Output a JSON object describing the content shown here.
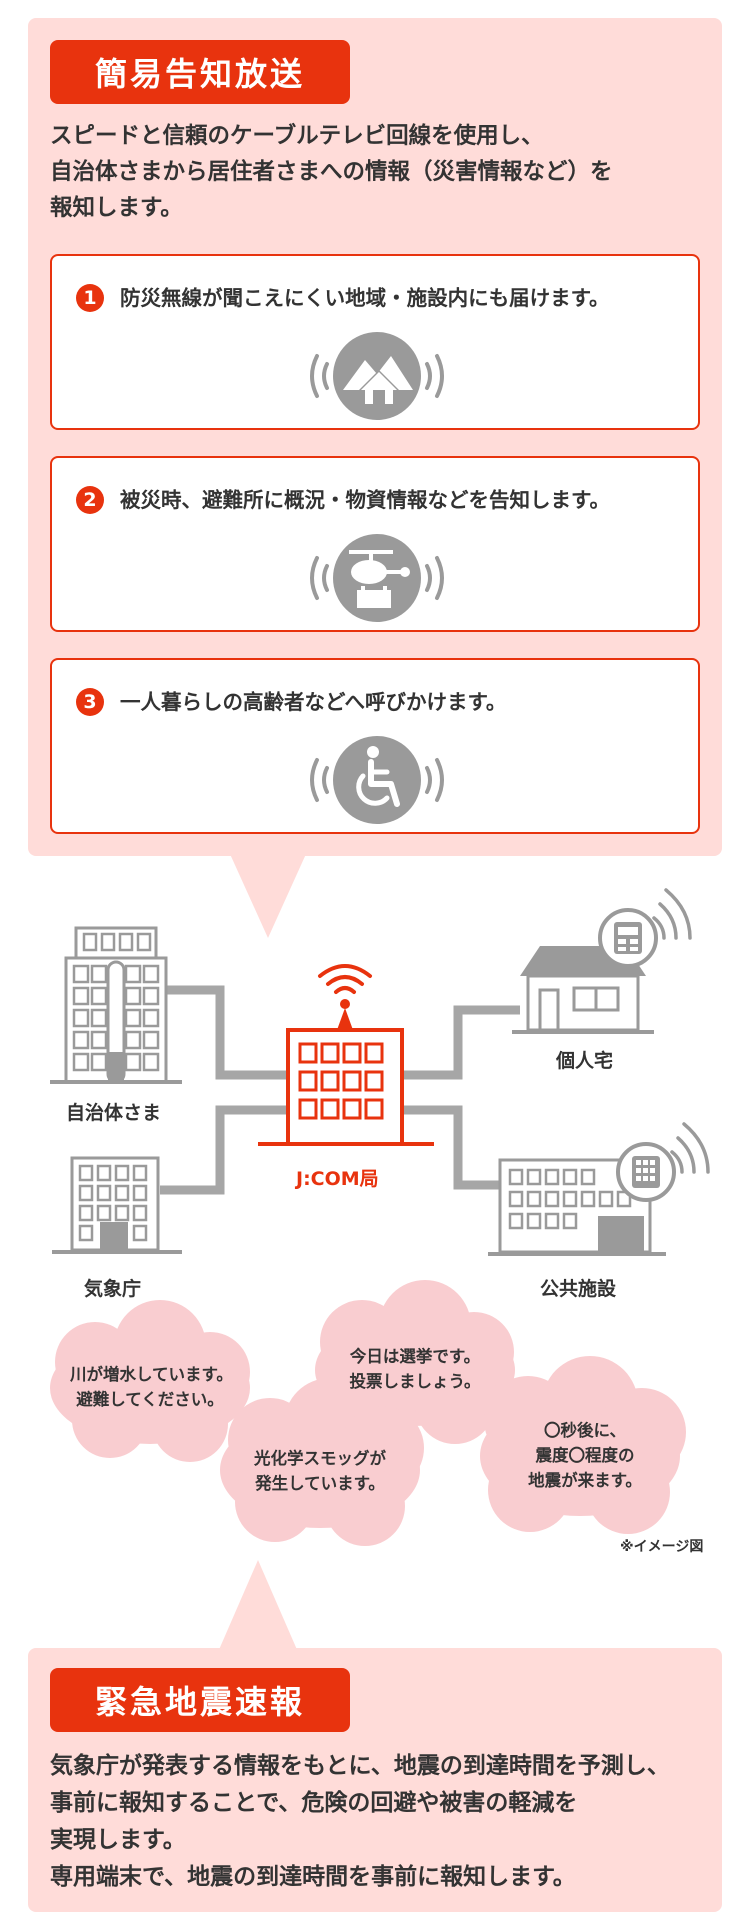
{
  "broadcast": {
    "title": "簡易告知放送",
    "intro_lines": [
      "スピードと信頼のケーブルテレビ回線を使用し、",
      "自治体さまから居住者さまへの情報（災害情報など）を",
      "報知します。"
    ],
    "items": [
      {
        "num": "1",
        "text": "防災無線が聞こえにくい地域・施設内にも届けます。",
        "icon": "mountain-house-icon"
      },
      {
        "num": "2",
        "text": "被災時、避難所に概況・物資情報などを告知します。",
        "icon": "helicopter-icon"
      },
      {
        "num": "3",
        "text": "一人暮らしの高齢者などへ呼びかけます。",
        "icon": "wheelchair-icon"
      }
    ]
  },
  "network": {
    "left_top_label": "自治体さま",
    "left_bottom_label": "気象庁",
    "center_label": "J:COM局",
    "right_top_label": "個人宅",
    "right_bottom_label": "公共施設"
  },
  "messages": [
    {
      "lines": [
        "川が増水しています。",
        "避難してください。"
      ]
    },
    {
      "lines": [
        "今日は選挙です。",
        "投票しましょう。"
      ]
    },
    {
      "lines": [
        "光化学スモッグが",
        "発生しています。"
      ]
    },
    {
      "lines": [
        "〇秒後に、",
        "震度〇程度の",
        "地震が来ます。"
      ]
    }
  ],
  "note": "※イメージ図",
  "earthquake": {
    "title": "緊急地震速報",
    "intro_lines": [
      "気象庁が発表する情報をもとに、地震の到達時間を予測し、",
      "事前に報知することで、危険の回避や被害の軽減を",
      "実現します。",
      "専用端末で、地震の到達時間を事前に報知します。"
    ]
  },
  "colors": {
    "accent": "#e8330e",
    "panel": "#ffdcd9",
    "cloud": "#f9cdd0",
    "icon_gray": "#9a9a9a",
    "line_gray": "#a6a6a6"
  }
}
